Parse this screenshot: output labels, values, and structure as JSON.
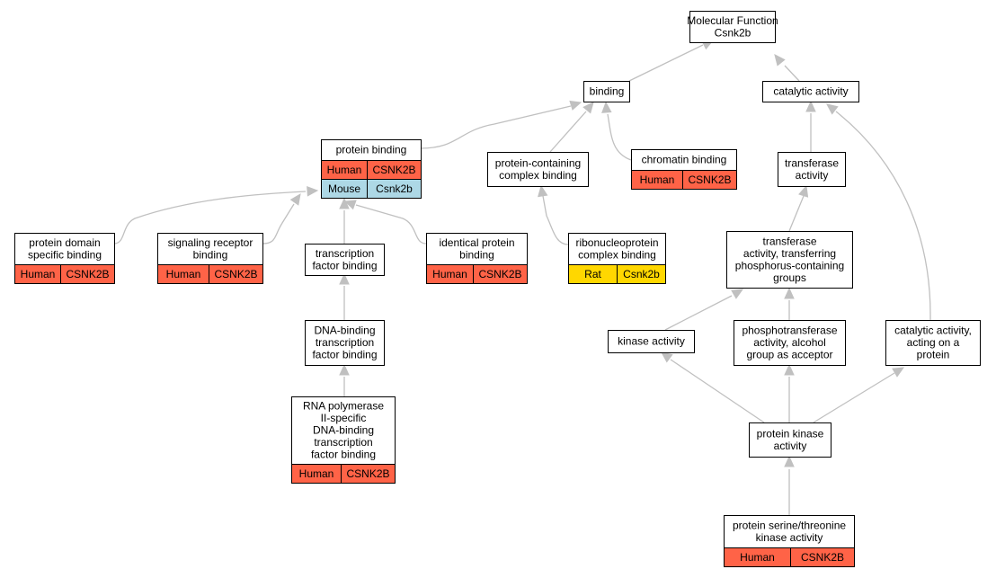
{
  "legend_colors": {
    "Human": "#ff6347",
    "Mouse": "#add8e6",
    "Rat": "#ffd700"
  },
  "nodes": {
    "mf": {
      "lines": [
        "Molecular Function",
        "Csnk2b"
      ],
      "rows": []
    },
    "bind": {
      "lines": [
        "binding"
      ],
      "rows": []
    },
    "cat": {
      "lines": [
        "catalytic activity"
      ],
      "rows": []
    },
    "pb": {
      "lines": [
        "protein binding"
      ],
      "rows": [
        [
          "Human",
          "CSNK2B"
        ],
        [
          "Mouse",
          "Csnk2b"
        ]
      ]
    },
    "pcc": {
      "lines": [
        "protein-containing",
        "complex binding"
      ],
      "rows": []
    },
    "chrom": {
      "lines": [
        "chromatin binding"
      ],
      "rows": [
        [
          "Human",
          "CSNK2B"
        ]
      ]
    },
    "trans": {
      "lines": [
        "transferase",
        "activity"
      ],
      "rows": []
    },
    "pdsb": {
      "lines": [
        "protein domain",
        "specific binding"
      ],
      "rows": [
        [
          "Human",
          "CSNK2B"
        ]
      ]
    },
    "srb": {
      "lines": [
        "signaling receptor",
        "binding"
      ],
      "rows": [
        [
          "Human",
          "CSNK2B"
        ]
      ]
    },
    "tfb": {
      "lines": [
        "transcription",
        "factor binding"
      ],
      "rows": []
    },
    "ipb": {
      "lines": [
        "identical protein",
        "binding"
      ],
      "rows": [
        [
          "Human",
          "CSNK2B"
        ]
      ]
    },
    "rnp": {
      "lines": [
        "ribonucleoprotein",
        "complex binding"
      ],
      "rows": [
        [
          "Rat",
          "Csnk2b"
        ]
      ]
    },
    "tpg": {
      "lines": [
        "transferase",
        "activity, transferring",
        "phosphorus-containing",
        "groups"
      ],
      "rows": []
    },
    "dbtf": {
      "lines": [
        "DNA-binding",
        "transcription",
        "factor binding"
      ],
      "rows": []
    },
    "kin": {
      "lines": [
        "kinase activity"
      ],
      "rows": []
    },
    "ptalc": {
      "lines": [
        "phosphotransferase",
        "activity, alcohol",
        "group as acceptor"
      ],
      "rows": []
    },
    "catp": {
      "lines": [
        "catalytic activity,",
        "acting on a",
        "protein"
      ],
      "rows": []
    },
    "rnapol": {
      "lines": [
        "RNA polymerase",
        "II-specific",
        "DNA-binding",
        "transcription",
        "factor binding"
      ],
      "rows": [
        [
          "Human",
          "CSNK2B"
        ]
      ]
    },
    "pk": {
      "lines": [
        "protein kinase",
        "activity"
      ],
      "rows": []
    },
    "pst": {
      "lines": [
        "protein serine/threonine",
        "kinase activity"
      ],
      "rows": [
        [
          "Human",
          "CSNK2B"
        ]
      ]
    }
  }
}
